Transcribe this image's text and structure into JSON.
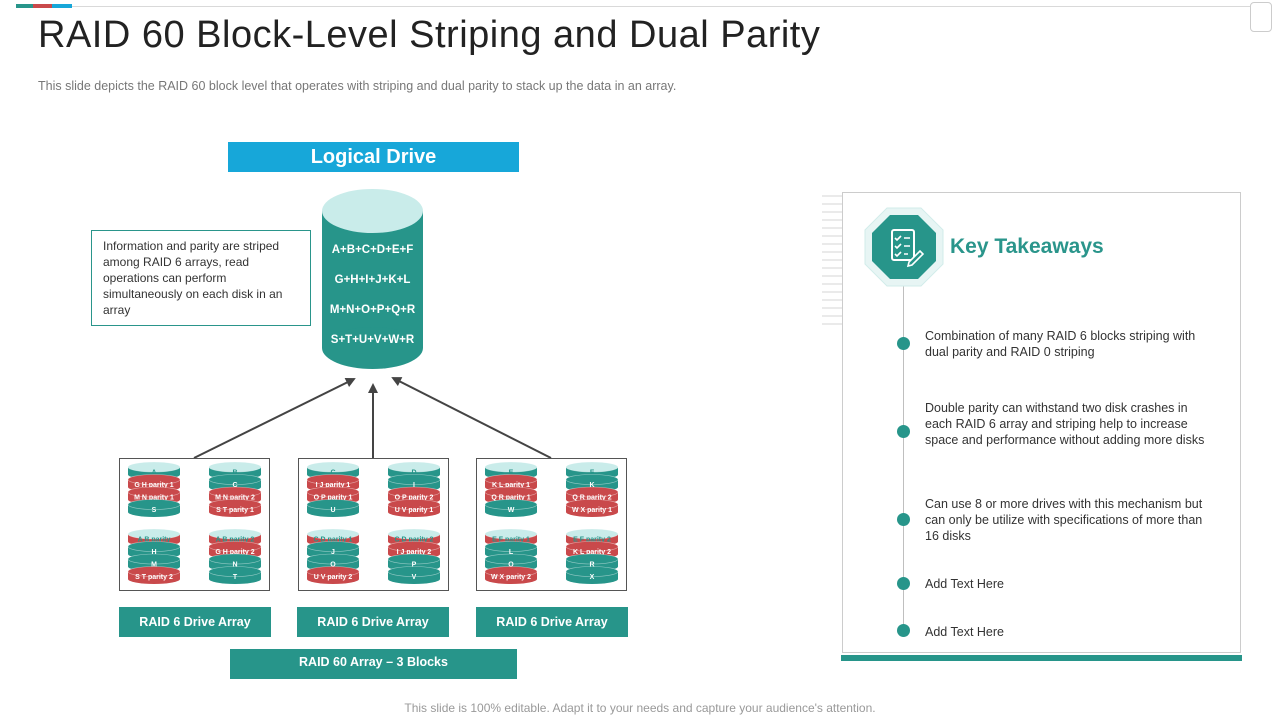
{
  "title": "RAID 60 Block-Level Striping and Dual Parity",
  "subtitle": "This slide depicts the RAID 60 block level that operates with striping and dual parity to stack up the data in an array.",
  "logical_drive": {
    "label": "Logical Drive",
    "rows": [
      "A+B+C+D+E+F",
      "G+H+I+J+K+L",
      "M+N+O+P+Q+R",
      "S+T+U+V+W+R"
    ]
  },
  "info_box": "Information and parity are striped among RAID 6 arrays, read operations can perform simultaneously on each disk in an array",
  "arrays": [
    {
      "label": "RAID 6 Drive Array",
      "disks": [
        [
          "A",
          "G H parity 1",
          "M N parity 1",
          "S"
        ],
        [
          "B",
          "C",
          "M N parity 2",
          "S T parity 1"
        ],
        [
          "A B parity",
          "H",
          "M",
          "S T parity 2"
        ],
        [
          "A B parity 2",
          "G H parity 2",
          "N",
          "T"
        ]
      ]
    },
    {
      "label": "RAID 6 Drive Array",
      "disks": [
        [
          "C",
          "I J parity 1",
          "O P parity 1",
          "U"
        ],
        [
          "D",
          "I",
          "O P parity 2",
          "U V parity 1"
        ],
        [
          "C D parity 1",
          "J",
          "O",
          "U V parity 2"
        ],
        [
          "C D parity 2",
          "I J parity 2",
          "P",
          "V"
        ]
      ]
    },
    {
      "label": "RAID 6 Drive Array",
      "disks": [
        [
          "E",
          "K L parity 1",
          "Q R parity 1",
          "W"
        ],
        [
          "F",
          "K",
          "Q R parity 2",
          "W X parity 1"
        ],
        [
          "E F parity 1",
          "L",
          "Q",
          "W X parity 2"
        ],
        [
          "E F parity 2",
          "K L parity 2",
          "R",
          "X"
        ]
      ]
    }
  ],
  "raid60_label": "RAID 60 Array – 3 Blocks",
  "key_takeaways": {
    "title": "Key Takeaways",
    "icon": "checklist-icon",
    "items": [
      "Combination of many RAID 6 blocks striping with dual parity and RAID 0 striping",
      "Double parity can withstand two disk crashes in each RAID 6 array and striping help to increase space and performance without adding more disks",
      "Can use 8 or more drives with this mechanism but can only be utilize with specifications of more than 16 disks",
      "Add Text Here",
      "Add Text Here"
    ]
  },
  "footer": "This slide is 100% editable. Adapt it to your needs and capture your audience's attention.",
  "colors": {
    "teal": "#27958a",
    "teal_light": "#c9ecea",
    "red": "#c9494b",
    "blue": "#17a7d9"
  }
}
